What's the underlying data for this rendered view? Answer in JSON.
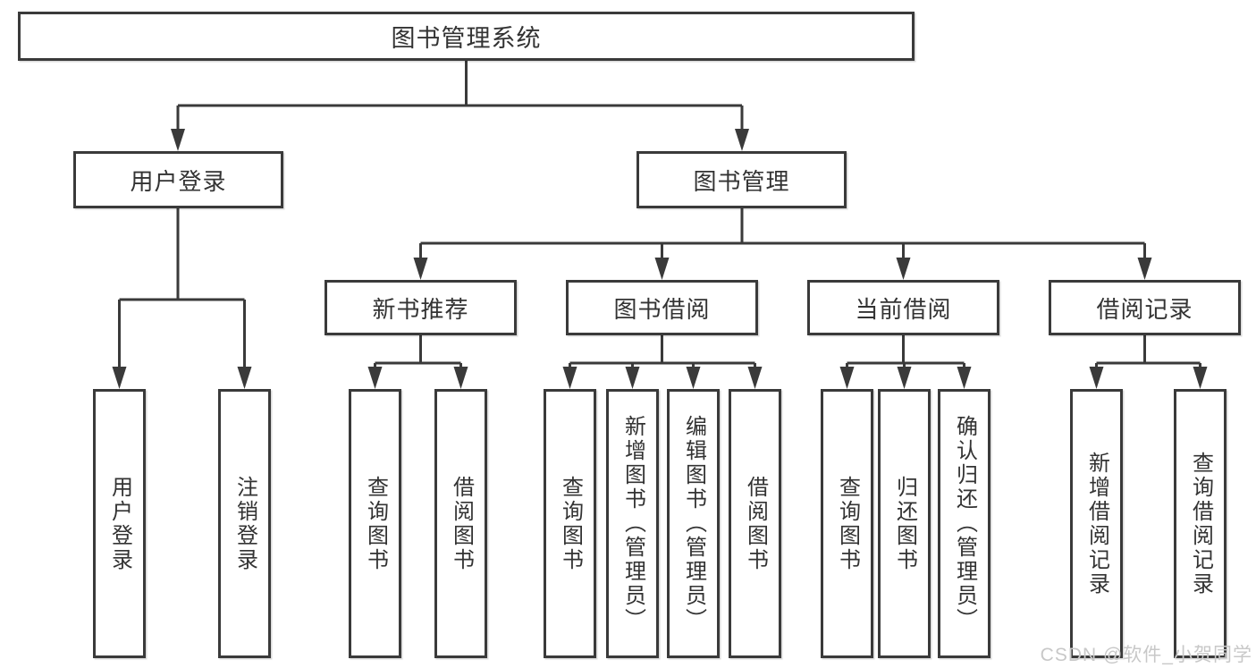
{
  "colors": {
    "line": "#3a3a3a",
    "text": "#333333",
    "box_bg": "#ffffff",
    "background": "#ffffff",
    "watermark": "#c8c8c8"
  },
  "watermark": {
    "text": "CSDN @软件_小贺同学"
  },
  "tree": {
    "label": "图书管理系统",
    "children": [
      {
        "label": "用户登录",
        "children": [
          {
            "label": "用户登录"
          },
          {
            "label": "注销登录"
          }
        ]
      },
      {
        "label": "图书管理",
        "children": [
          {
            "label": "新书推荐",
            "children": [
              {
                "label": "查询图书"
              },
              {
                "label": "借阅图书"
              }
            ]
          },
          {
            "label": "图书借阅",
            "children": [
              {
                "label": "查询图书"
              },
              {
                "label": "新增图书（管理员）"
              },
              {
                "label": "编辑图书（管理员）"
              },
              {
                "label": "借阅图书"
              }
            ]
          },
          {
            "label": "当前借阅",
            "children": [
              {
                "label": "查询图书"
              },
              {
                "label": "归还图书"
              },
              {
                "label": "确认归还（管理员）"
              }
            ]
          },
          {
            "label": "借阅记录",
            "children": [
              {
                "label": "新增借阅记录"
              },
              {
                "label": "查询借阅记录"
              }
            ]
          }
        ]
      }
    ]
  }
}
